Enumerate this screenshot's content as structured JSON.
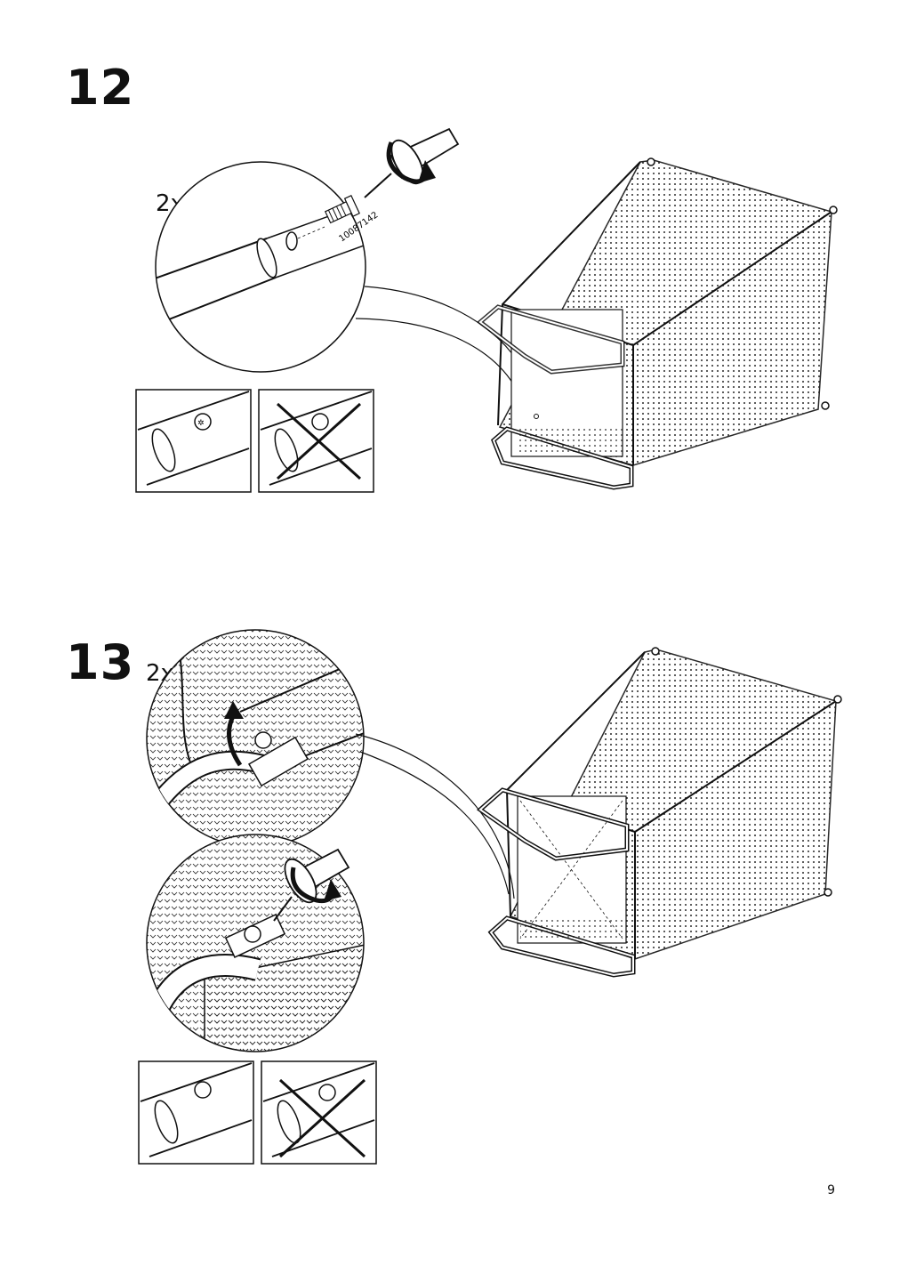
{
  "page_number": "9",
  "steps": [
    {
      "number": "12",
      "quantity": "2x",
      "part_number": "10087142"
    },
    {
      "number": "13",
      "quantity": "2x"
    }
  ],
  "icons": [
    "screwdriver-icon",
    "screw-icon",
    "rotate-arrow-icon",
    "cross-mark-icon",
    "magnifier-circle-icon"
  ],
  "colors": {
    "ink": "#111111",
    "background": "#ffffff"
  }
}
